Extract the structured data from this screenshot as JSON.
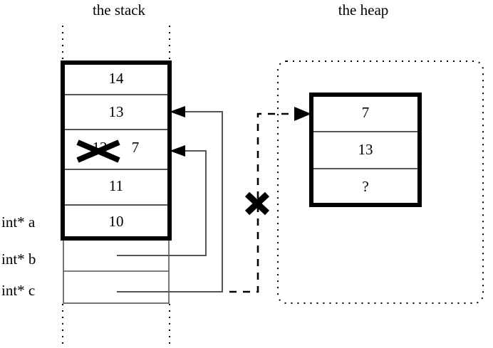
{
  "figure": {
    "kind": "memory-diagram",
    "stack_title": "the stack",
    "heap_title": "the heap"
  },
  "stack": {
    "cells": [
      {
        "name": "stack-cell-14",
        "value": "14",
        "bold": true
      },
      {
        "name": "stack-cell-13",
        "value": "13",
        "bold": true
      },
      {
        "name": "stack-cell-crossed",
        "value": "12",
        "crossed": true,
        "replacement": "7",
        "bold": true
      },
      {
        "name": "stack-cell-11",
        "value": "11",
        "bold": true
      },
      {
        "name": "stack-cell-10",
        "value": "10",
        "bold": true
      },
      {
        "name": "stack-cell-b",
        "value": "",
        "bold": false
      },
      {
        "name": "stack-cell-c",
        "value": "",
        "bold": false
      }
    ],
    "pointer_labels": [
      {
        "name": "pointer-label-a",
        "text": "int* a"
      },
      {
        "name": "pointer-label-b",
        "text": "int* b"
      },
      {
        "name": "pointer-label-c",
        "text": "int* c"
      }
    ]
  },
  "heap": {
    "cells": [
      {
        "name": "heap-cell-7",
        "value": "7"
      },
      {
        "name": "heap-cell-13",
        "value": "13"
      },
      {
        "name": "heap-cell-unknown",
        "value": "?"
      }
    ]
  },
  "annotations": {
    "invalid_pointer_mark": "✕",
    "crossed_value_mark": "✕"
  },
  "colors": {
    "ink": "#000000",
    "rule": "#4d4d4d",
    "background": "#ffffff"
  }
}
